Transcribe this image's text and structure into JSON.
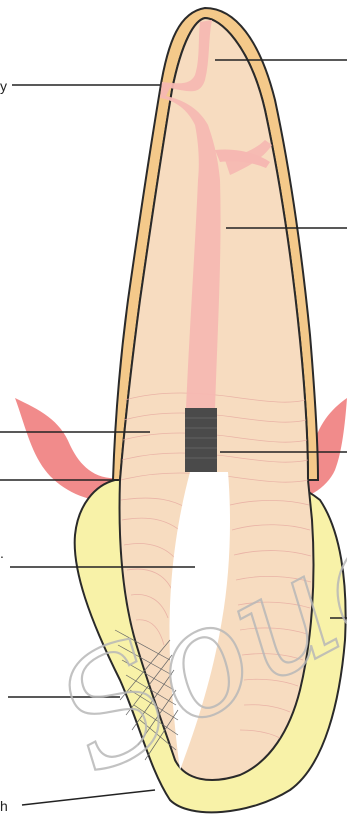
{
  "labels": {
    "edge_y": "y",
    "edge_period": ".",
    "edge_h": "h"
  },
  "watermark": {
    "text": "Souad"
  },
  "colors": {
    "enamel": "#f4c98a",
    "dentin": "#f7dcc0",
    "pulp": "#f6b8b2",
    "gingiva": "#f07e7e",
    "cementum": "#f8f2a8",
    "bone_outline": "#2a2a2a",
    "filling": "#4a4a4a",
    "leader_line": "#222222",
    "watermark": "#b8b8b8"
  }
}
